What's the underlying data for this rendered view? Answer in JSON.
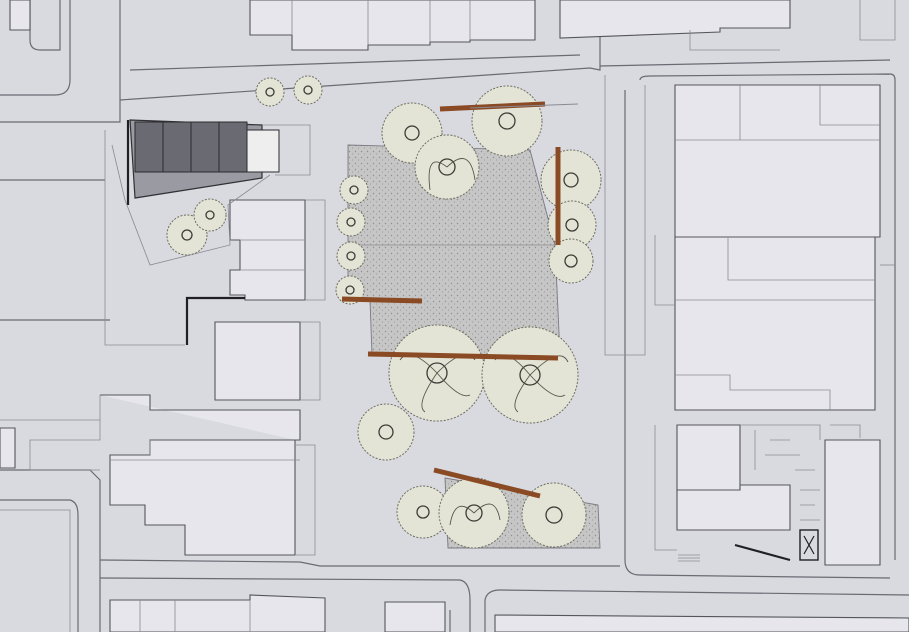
{
  "drawing": {
    "kind": "architectural site plan",
    "colors": {
      "paper": "#d9d9e0",
      "stipple_fill": "#b9b9b9",
      "tree_fill": "#e4e4d6",
      "bench": "#8a4a24",
      "ink": "#303035"
    },
    "icons": [
      "tree-symbol",
      "bench-bar",
      "building-outline"
    ],
    "visible_text": []
  }
}
